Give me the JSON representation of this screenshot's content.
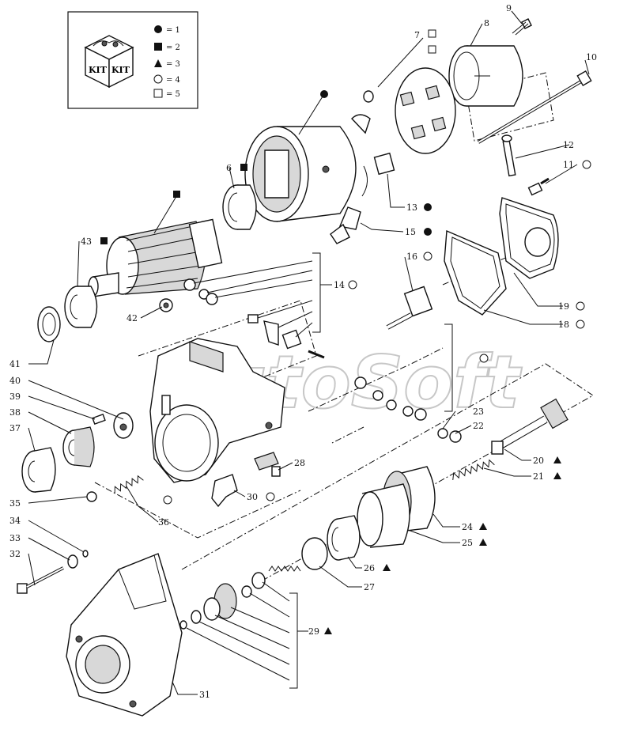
{
  "legend": {
    "kit_text": "KIT",
    "items": [
      {
        "symbol": "circle-filled",
        "text": "= 1"
      },
      {
        "symbol": "square-filled",
        "text": "= 2"
      },
      {
        "symbol": "triangle-filled",
        "text": "= 3"
      },
      {
        "symbol": "circle-open",
        "text": "= 4"
      },
      {
        "symbol": "square-open",
        "text": "= 5"
      }
    ]
  },
  "watermark": "AutoSoft",
  "callouts": [
    {
      "num": "7",
      "symbol": "square-open"
    },
    {
      "num": "8",
      "symbol": ""
    },
    {
      "num": "9",
      "symbol": ""
    },
    {
      "num": "10",
      "symbol": ""
    },
    {
      "num": "11",
      "symbol": "circle-open"
    },
    {
      "num": "12",
      "symbol": ""
    },
    {
      "num": "13",
      "symbol": "circle-filled"
    },
    {
      "num": "14",
      "symbol": "circle-open"
    },
    {
      "num": "15",
      "symbol": "circle-filled"
    },
    {
      "num": "16",
      "symbol": "circle-open"
    },
    {
      "num": "18",
      "symbol": "circle-open"
    },
    {
      "num": "19",
      "symbol": "circle-open"
    },
    {
      "num": "20",
      "symbol": "triangle-filled"
    },
    {
      "num": "21",
      "symbol": "triangle-filled"
    },
    {
      "num": "22",
      "symbol": ""
    },
    {
      "num": "23",
      "symbol": ""
    },
    {
      "num": "24",
      "symbol": "triangle-filled"
    },
    {
      "num": "25",
      "symbol": "triangle-filled"
    },
    {
      "num": "26",
      "symbol": "triangle-filled"
    },
    {
      "num": "27",
      "symbol": ""
    },
    {
      "num": "28",
      "symbol": ""
    },
    {
      "num": "29",
      "symbol": "triangle-filled"
    },
    {
      "num": "30",
      "symbol": "circle-open"
    },
    {
      "num": "31",
      "symbol": ""
    },
    {
      "num": "32",
      "symbol": ""
    },
    {
      "num": "33",
      "symbol": ""
    },
    {
      "num": "34",
      "symbol": ""
    },
    {
      "num": "35",
      "symbol": ""
    },
    {
      "num": "36",
      "symbol": ""
    },
    {
      "num": "37",
      "symbol": ""
    },
    {
      "num": "38",
      "symbol": ""
    },
    {
      "num": "39",
      "symbol": ""
    },
    {
      "num": "40",
      "symbol": ""
    },
    {
      "num": "41",
      "symbol": ""
    },
    {
      "num": "42",
      "symbol": ""
    },
    {
      "num": "43",
      "symbol": "square-filled"
    },
    {
      "num": "6",
      "symbol": "square-filled"
    }
  ],
  "loose_symbols": [
    {
      "near": "brush-plate",
      "symbol": "square-open"
    },
    {
      "near": "field-housing",
      "symbol": "circle-filled"
    },
    {
      "near": "armature",
      "symbol": "square-filled"
    },
    {
      "near": "terminal-group",
      "symbol": "circle-open"
    },
    {
      "near": "spring-36",
      "symbol": "circle-open"
    }
  ]
}
